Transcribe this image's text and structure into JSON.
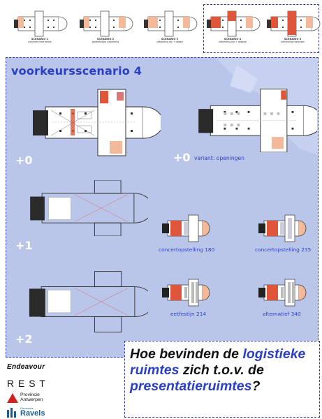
{
  "scenarios": [
    {
      "title": "SCENARIO 1",
      "subtitle": "minimale interventie"
    },
    {
      "title": "SCENARIO 2",
      "subtitle": "gedeeltelijke uitbreiding"
    },
    {
      "title": "SCENARIO 3",
      "subtitle": "uitbreiding kor + doxaal"
    },
    {
      "title": "SCENARIO 4",
      "subtitle": "uitbreiding kor + doksaal"
    },
    {
      "title": "SCENARIO 5",
      "subtitle": "uitbreiding transcept"
    }
  ],
  "panel": {
    "title": "voorkeursscenario 4",
    "levels": [
      "+0",
      "+1",
      "+2"
    ],
    "variant_level": "+0",
    "variant_label": "variant: openingen"
  },
  "setups": [
    {
      "label": "concertopstelling 180"
    },
    {
      "label": "concertopstelling 235"
    },
    {
      "label": "eetfestijn 214"
    },
    {
      "label": "alternatief 340"
    }
  ],
  "question": {
    "part1": "Hoe bevinden de ",
    "hl1": "logistieke ruimtes",
    "part2": " zich t.o.v. de ",
    "hl2": "presentatieruimtes",
    "part3": "?"
  },
  "logos": {
    "endeavour": "Endeavour",
    "rest": "R E S T",
    "provincie_line1": "Provincie",
    "provincie_line2": "Antwerpen",
    "ravels_small": "Gemeente",
    "ravels": "Ravels"
  },
  "colors": {
    "panel_bg": "#b9c6ea",
    "accent_blue": "#2a3fc4",
    "orange": "#e0553a",
    "peach": "#f2b99a"
  }
}
